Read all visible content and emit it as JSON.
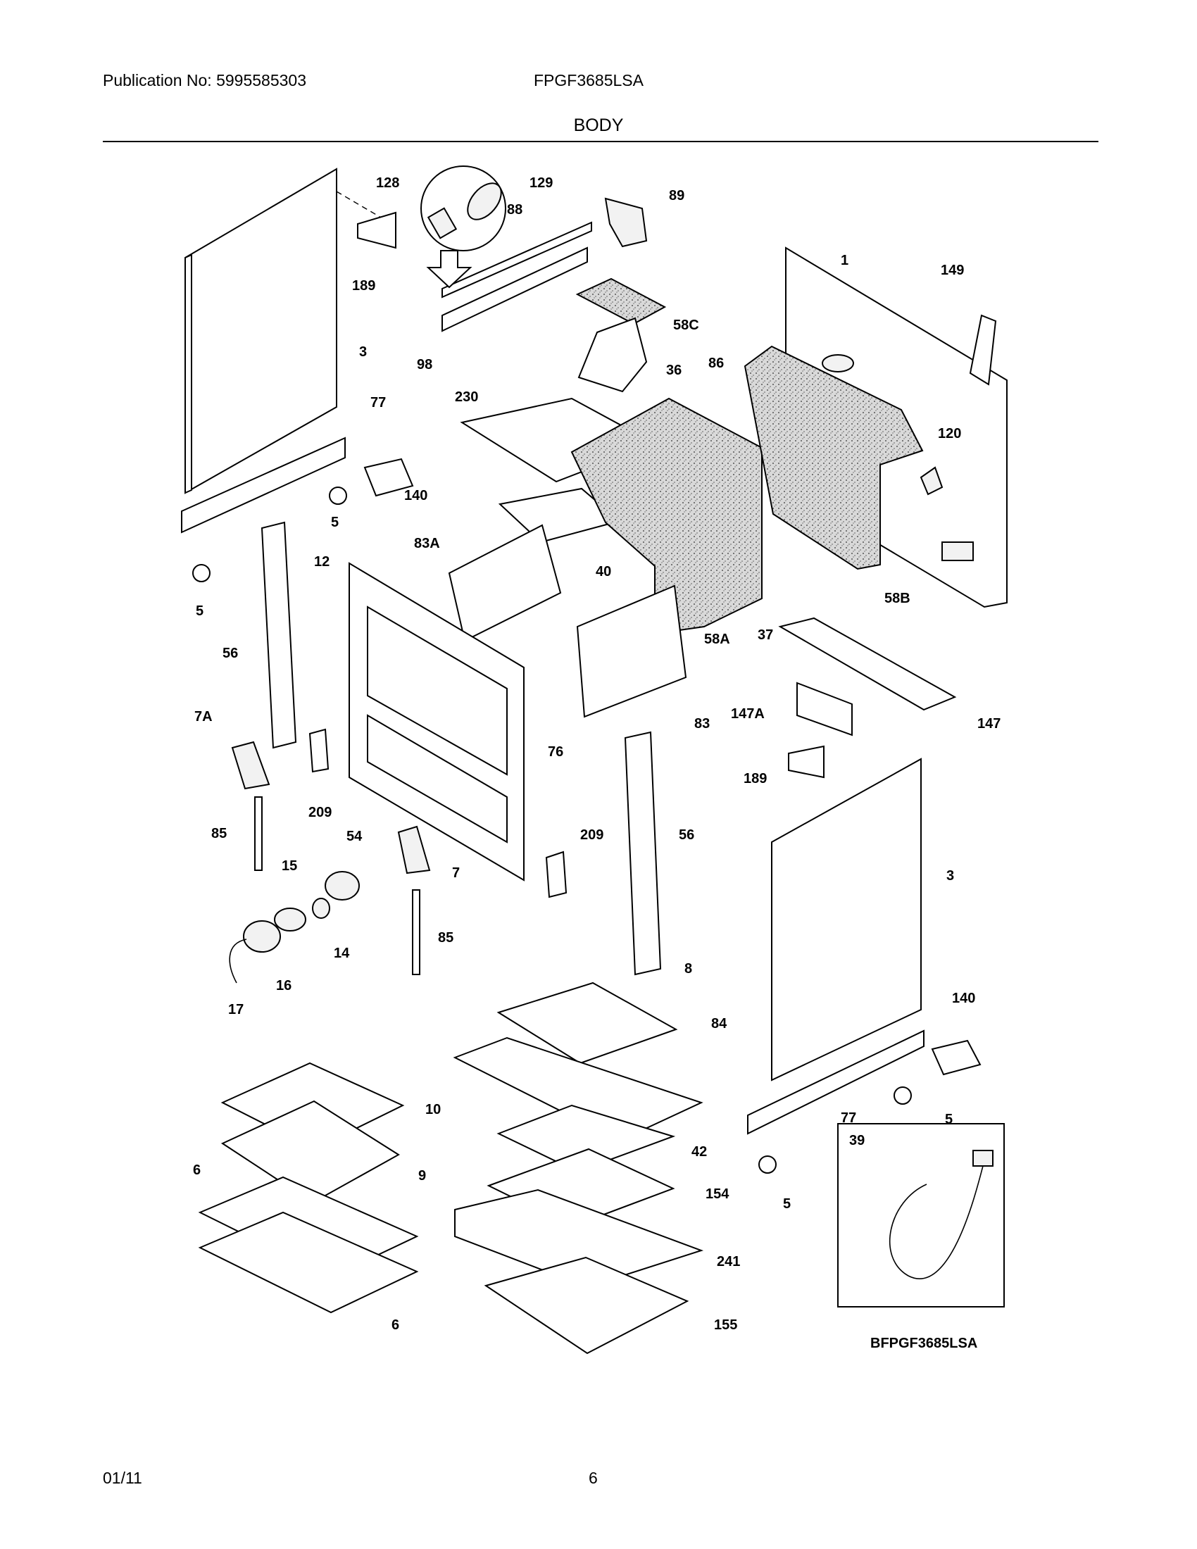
{
  "header": {
    "publication": "Publication No: 5995585303",
    "model": "FPGF3685LSA",
    "section": "BODY"
  },
  "footer": {
    "date": "01/11",
    "page": "6"
  },
  "diagram": {
    "image_id": "BFPGF3685LSA",
    "inset_label": "39",
    "callouts": [
      "128",
      "129",
      "89",
      "88",
      "189",
      "98",
      "3",
      "77",
      "140",
      "5",
      "5",
      "230",
      "36",
      "58C",
      "1",
      "149",
      "86",
      "120",
      "83A",
      "40",
      "12",
      "56",
      "58A",
      "37",
      "58B",
      "147",
      "147A",
      "83",
      "7A",
      "209",
      "76",
      "209",
      "56",
      "85",
      "54",
      "7",
      "15",
      "14",
      "16",
      "17",
      "85",
      "189",
      "3",
      "8",
      "84",
      "10",
      "42",
      "9",
      "6",
      "154",
      "241",
      "6",
      "155",
      "140",
      "77",
      "5",
      "5"
    ]
  },
  "colors": {
    "ink": "#000000",
    "paper": "#ffffff",
    "insulation": "#bdbdbd"
  }
}
